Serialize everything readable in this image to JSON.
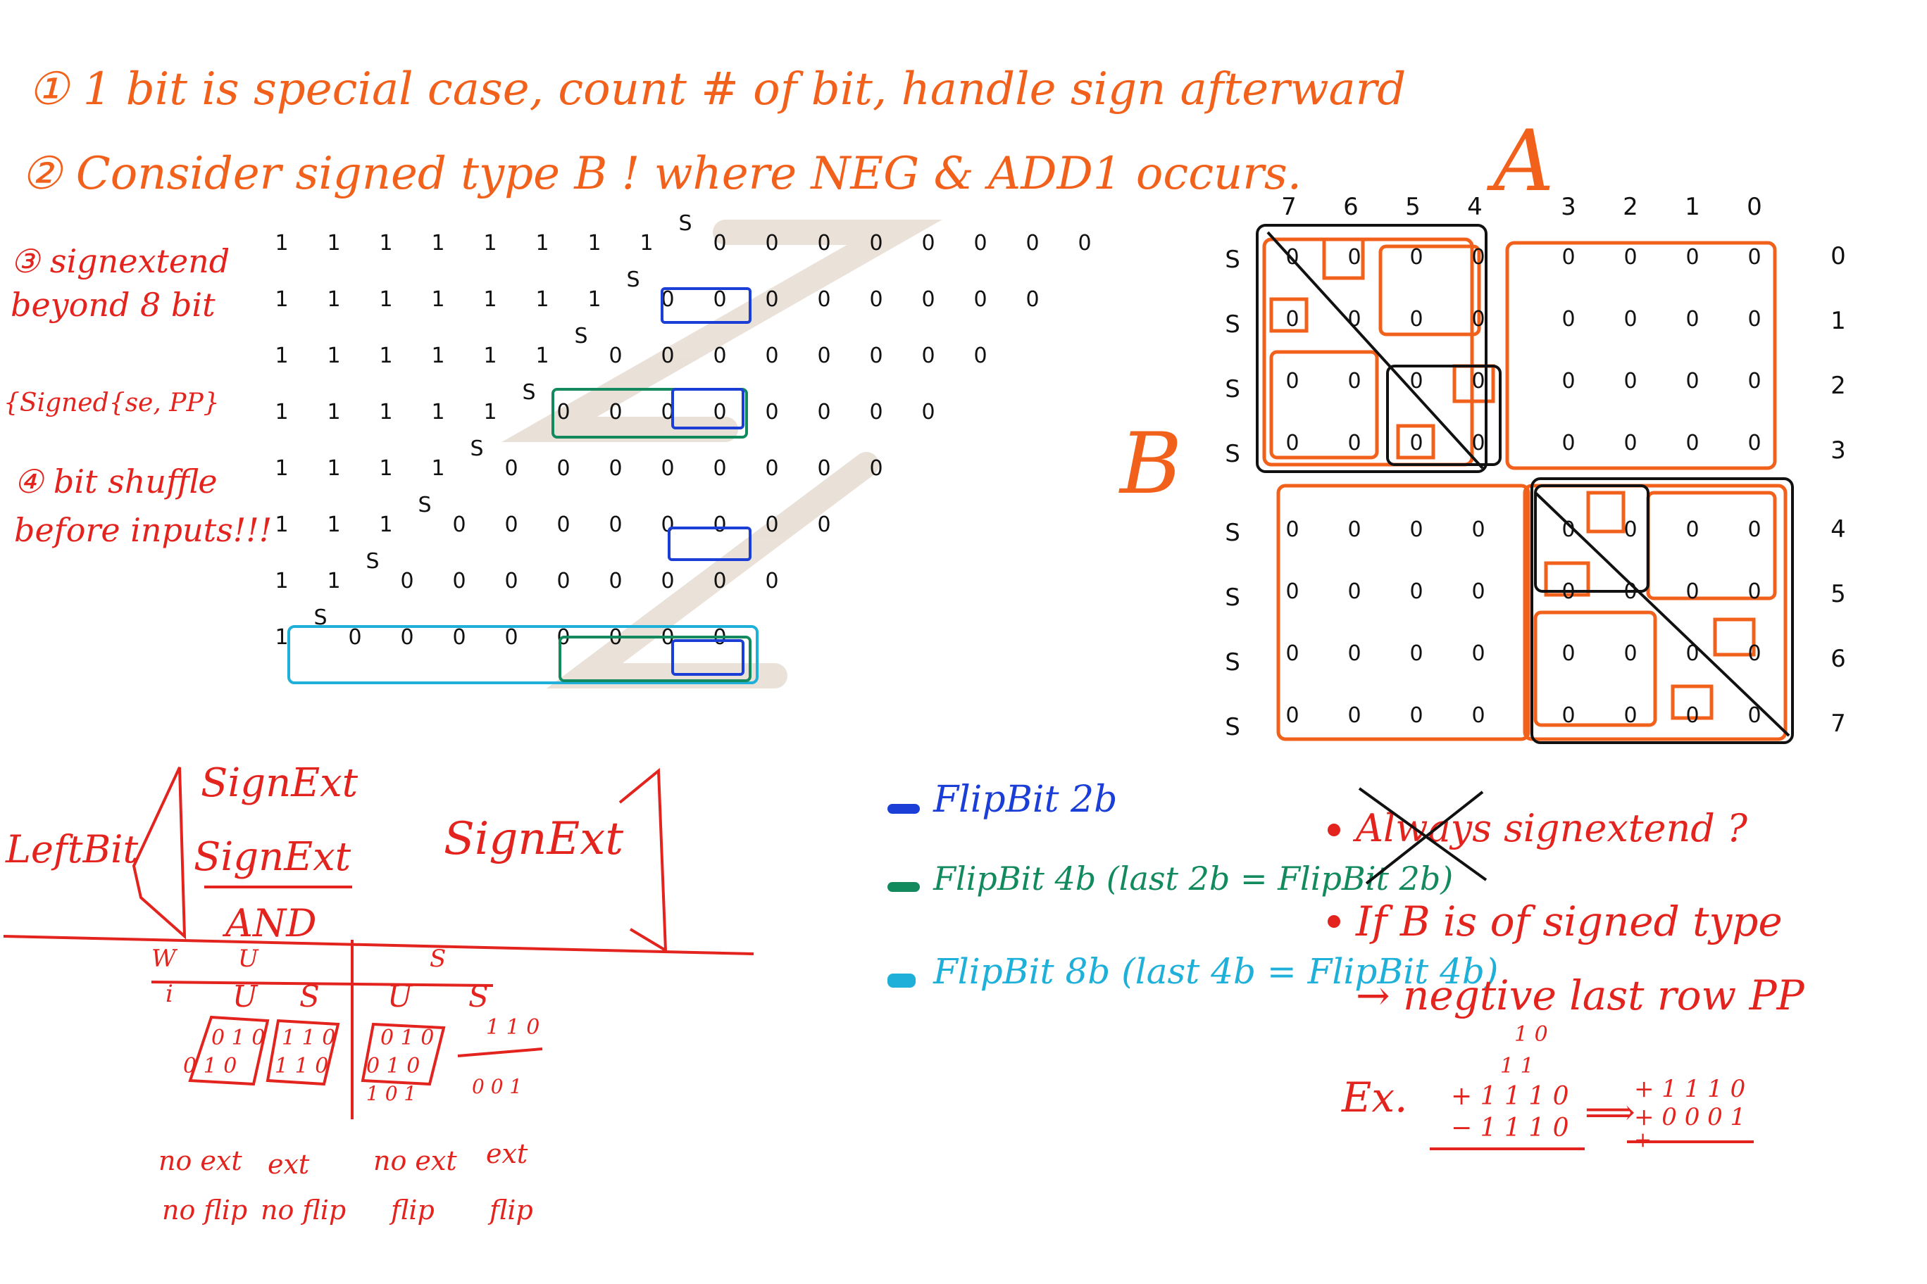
{
  "notes": {
    "n1": "① 1 bit is special case, count # of bit, handle sign afterward",
    "n2": "② Consider signed type B ! where NEG & ADD1 occurs.",
    "n3": "③ signextend beyond 8 bit",
    "n3b": "{Signed{se, PP}",
    "n4": "④ bit shuffle before inputs!!!"
  },
  "labels": {
    "matrix_a": "A",
    "matrix_b": "B",
    "s_mark": "S",
    "one": "1",
    "zero": "0"
  },
  "matrix_a": {
    "columns": [
      "7",
      "6",
      "5",
      "4",
      "3",
      "2",
      "1",
      "0"
    ],
    "rows": [
      "0",
      "1",
      "2",
      "3",
      "4",
      "5",
      "6",
      "7"
    ]
  },
  "legend": [
    {
      "label": "FlipBit 2b",
      "color": "#1b3fd6"
    },
    {
      "label": "FlipBit 4b (last 2b = FlipBit 2b)",
      "color": "#138a5e"
    },
    {
      "label": "FlipBit 8b (last 4b = FlipBit 4b)",
      "color": "#1eb0d8"
    }
  ],
  "bottom_table": {
    "left_bit": "LeftBit",
    "sign_ext_1": "SignExt",
    "sign_ext_2": "SignExt",
    "and_label": "AND",
    "sign_ext_3": "SignExt",
    "col_w": "W",
    "col_u": "U",
    "col_s": "S",
    "col_i": "i",
    "sub_u1": "U",
    "sub_s1": "S",
    "sub_u2": "U",
    "sub_s2": "S",
    "cells": [
      "0 1 0",
      "0 1 0",
      "1 1 0",
      "1 1 0",
      "0 1 0",
      "0 1 0",
      "1 1 0",
      "1 0 1",
      "0 0 1"
    ],
    "captions": [
      {
        "top": "no ext",
        "bottom": "no flip"
      },
      {
        "top": "ext",
        "bottom": "no flip"
      },
      {
        "top": "no ext",
        "bottom": "flip"
      },
      {
        "top": "ext",
        "bottom": "flip"
      }
    ]
  },
  "right_notes": {
    "bullet1": "Always signextend ?",
    "bullet2": "If B is of signed type",
    "bullet2b": "→ negtive last row PP",
    "ex": "Ex.",
    "ex_top": "1 0",
    "ex_mid": "1 1",
    "ex_a": "+ 1 1 1 0",
    "ex_b": "− 1 1 1 0",
    "arrow": "⟹",
    "ex_c": "+ 1 1 1 0",
    "ex_d": "+ 0 0 0 1",
    "ex_e": "+"
  }
}
